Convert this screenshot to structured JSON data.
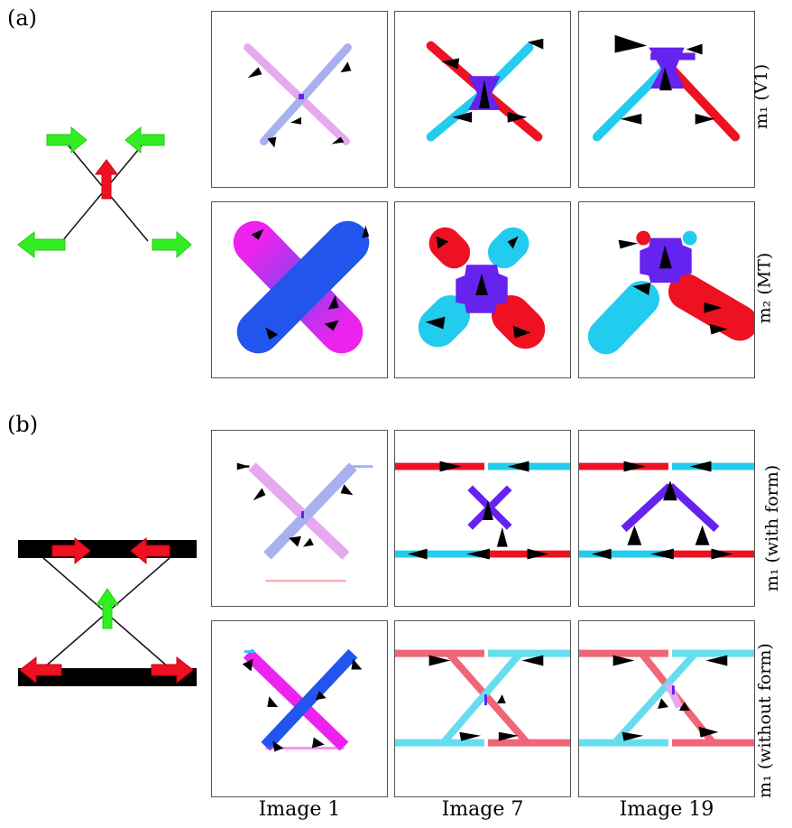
{
  "figure": {
    "part_a_tag": "(a)",
    "part_b_tag": "(b)",
    "row_labels": {
      "a_top": "m₁ (V1)",
      "a_bottom": "m₂ (MT)",
      "b_top": "m₁ (with form)",
      "b_bottom": "m₁ (without form)"
    },
    "column_labels": [
      "Image 1",
      "Image 7",
      "Image 19"
    ]
  },
  "colors": {
    "red": "#ee1122",
    "cyan": "#22ccee",
    "violet": "#6622ee",
    "magenta": "#ee22ee",
    "blue": "#2255ee",
    "lilac": "#e8a8f0",
    "periwinkle": "#a8b0ee",
    "green": "#33ee22",
    "light_red": "#ee6677",
    "light_cyan": "#66ddee"
  }
}
